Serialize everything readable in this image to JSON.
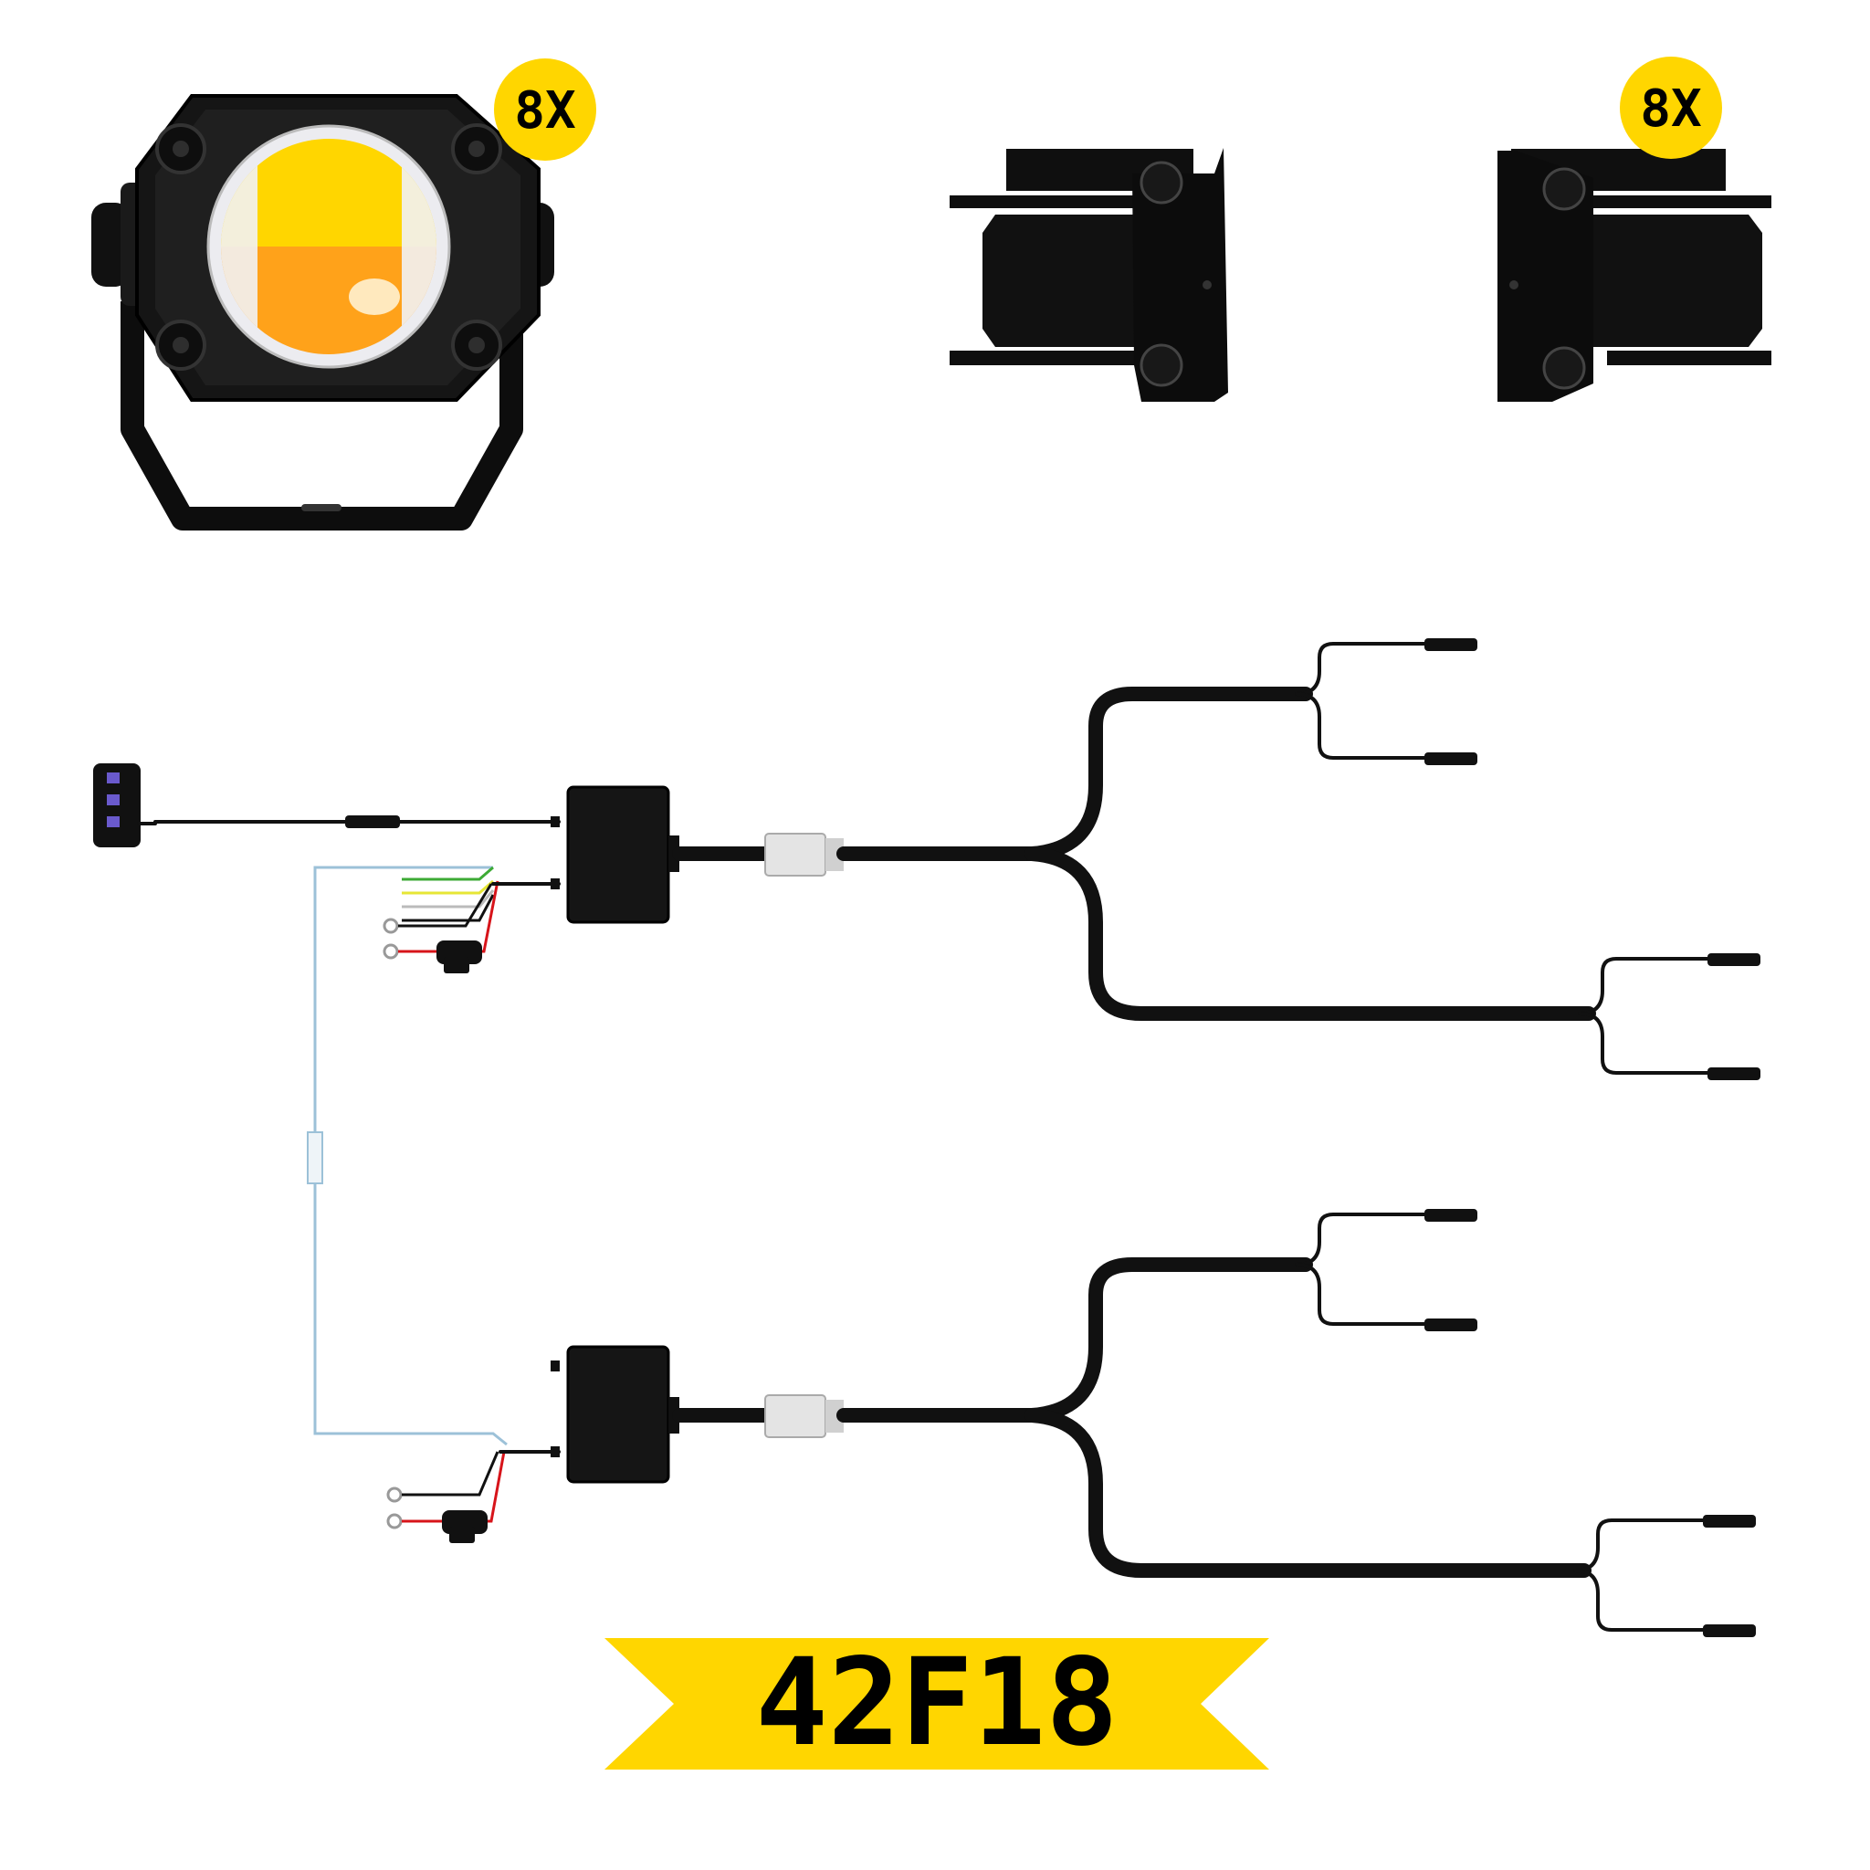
{
  "light_badge": "8X",
  "bracket_badge": "8X",
  "model_label": "42F18",
  "colors": {
    "badge_yellow": "#FFD600",
    "amber": "#FFA21A",
    "white_led": "#FFFFFF",
    "cable_black": "#111111",
    "signal_blue": "#9CC1D8",
    "wire_red": "#D7141A",
    "wire_yellow": "#E6E635",
    "wire_green": "#3DAA35"
  },
  "icons": [
    "led-fog-light",
    "mounting-bracket",
    "rocker-switch",
    "control-box",
    "dt-connector",
    "inline-fuse",
    "ring-terminal"
  ]
}
